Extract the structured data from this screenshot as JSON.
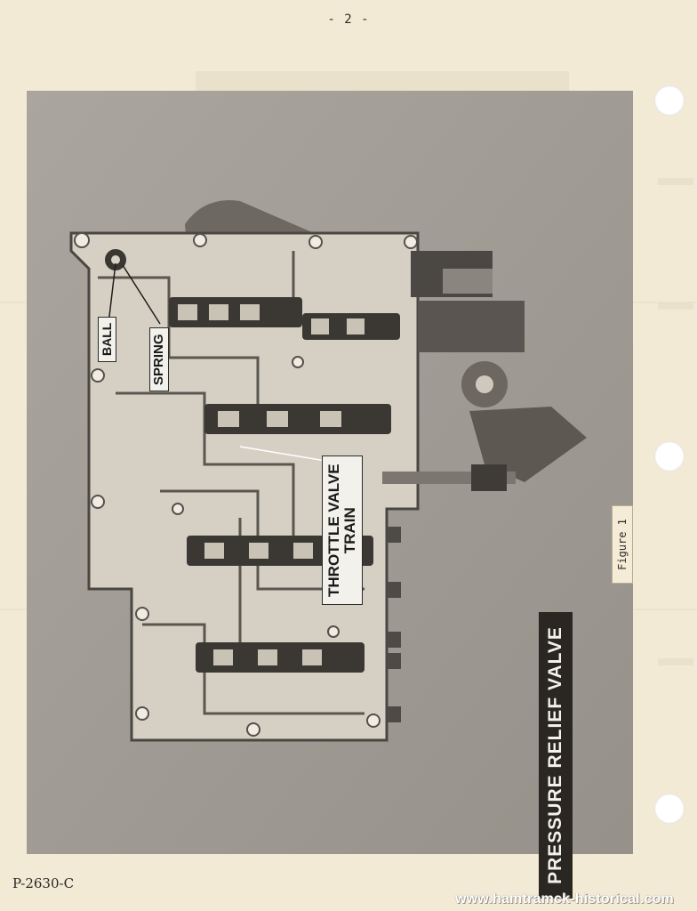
{
  "page": {
    "page_number": "- 2 -",
    "form_number": "P-2630-C",
    "watermark": "www.hamtramck-historical.com"
  },
  "photo": {
    "subject": "transmission valve body",
    "callouts": {
      "ball": "BALL",
      "spring": "SPRING",
      "throttle_line1": "THROTTLE VALVE",
      "throttle_line2": "TRAIN"
    },
    "banner": "PRESSURE RELIEF VALVE",
    "figure_label": "Figure 1"
  },
  "colors": {
    "paper": "#f3ead6",
    "photo_background": "#a29d96",
    "metal": "#d6d0c4",
    "banner_background": "#2a2622",
    "banner_text": "#f4f1ea"
  }
}
